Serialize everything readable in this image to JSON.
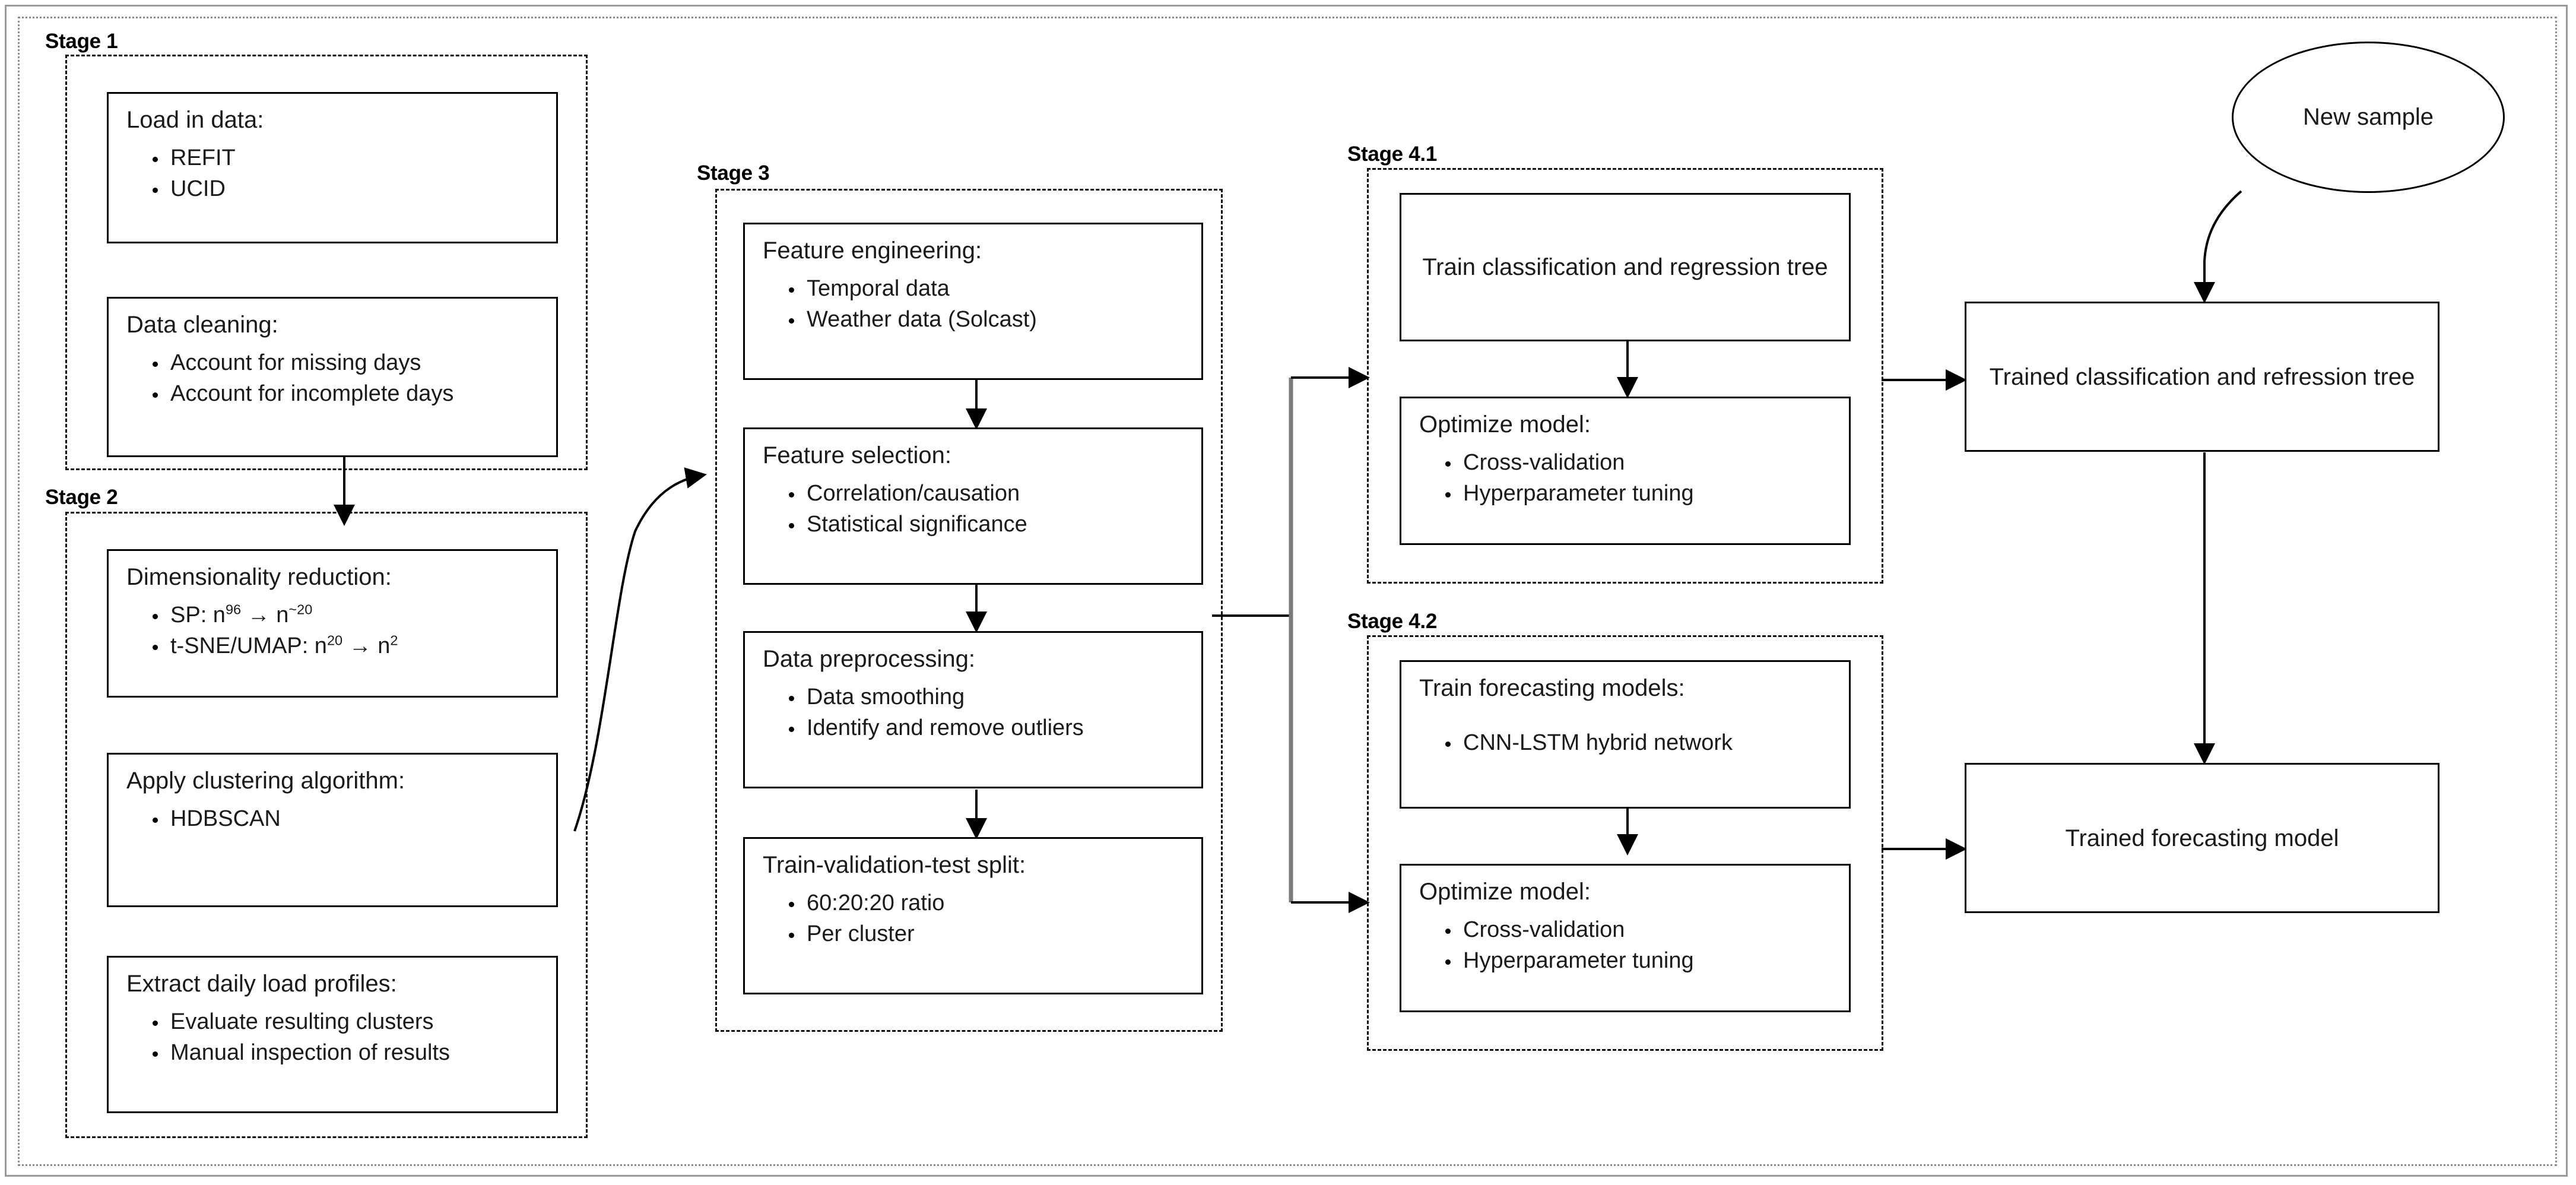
{
  "diagram": {
    "title_visible": false,
    "stages": [
      {
        "id": "stage1",
        "label": "Stage 1",
        "boxes": [
          {
            "id": "load-in-data",
            "title": "Load in data:",
            "bullets": [
              "REFIT",
              "UCID"
            ]
          },
          {
            "id": "data-cleaning",
            "title": "Data cleaning:",
            "bullets": [
              "Account for missing days",
              "Account for incomplete days"
            ]
          }
        ]
      },
      {
        "id": "stage2",
        "label": "Stage 2",
        "boxes": [
          {
            "id": "dimensionality-reduction",
            "title": "Dimensionality reduction:",
            "bullets_rich": [
              {
                "pre": "SP: n",
                "sup1": "96",
                "mid": " → n",
                "sup2": "~20",
                "post": ""
              },
              {
                "pre": "t-SNE/UMAP: n",
                "sup1": "20",
                "mid": " → n",
                "sup2": "2",
                "post": ""
              }
            ]
          },
          {
            "id": "apply-clustering-algorithm",
            "title": "Apply clustering algorithm:",
            "bullets": [
              "HDBSCAN"
            ]
          },
          {
            "id": "extract-daily-load-profiles",
            "title": "Extract daily load profiles:",
            "bullets": [
              "Evaluate resulting clusters",
              "Manual inspection of results"
            ]
          }
        ]
      },
      {
        "id": "stage3",
        "label": "Stage 3",
        "boxes": [
          {
            "id": "feature-engineering",
            "title": "Feature engineering:",
            "bullets": [
              "Temporal data",
              "Weather data (Solcast)"
            ]
          },
          {
            "id": "feature-selection",
            "title": "Feature selection:",
            "bullets": [
              "Correlation/causation",
              "Statistical significance"
            ]
          },
          {
            "id": "data-preprocessing",
            "title": "Data preprocessing:",
            "bullets": [
              "Data smoothing",
              "Identify and remove outliers"
            ]
          },
          {
            "id": "train-validation-test-split",
            "title": "Train-validation-test split:",
            "bullets": [
              "60:20:20 ratio",
              "Per cluster"
            ]
          }
        ]
      },
      {
        "id": "stage41",
        "label": "Stage 4.1",
        "boxes": [
          {
            "id": "train-classification-and-regression-tree",
            "title": "Train classification and regression tree",
            "bullets": []
          },
          {
            "id": "optimize-model-41",
            "title": "Optimize model:",
            "bullets": [
              "Cross-validation",
              "Hyperparameter tuning"
            ]
          }
        ]
      },
      {
        "id": "stage42",
        "label": "Stage 4.2",
        "boxes": [
          {
            "id": "train-forecasting-models",
            "title": "Train forecasting models:",
            "bullets": [
              "CNN-LSTM hybrid network"
            ]
          },
          {
            "id": "optimize-model-42",
            "title": "Optimize model:",
            "bullets": [
              "Cross-validation",
              "Hyperparameter tuning"
            ]
          }
        ]
      }
    ],
    "outputs": [
      {
        "id": "trained-classification-and-refression-tree",
        "label": "Trained classification and refression tree"
      },
      {
        "id": "trained-forecasting-model",
        "label": "Trained forecasting model"
      }
    ],
    "terminators": [
      {
        "id": "new-sample",
        "label": "New sample",
        "shape": "ellipse"
      }
    ],
    "colors": {
      "box_border": "#000000",
      "group_border": "#111111",
      "outer_border": "#9a9a9a",
      "text": "#1a1a1a",
      "connector": "#000000",
      "connector_gray": "#6e6e6e",
      "background": "#ffffff"
    }
  },
  "labels": {
    "stage1": "Stage 1",
    "stage2": "Stage 2",
    "stage3": "Stage 3",
    "stage41": "Stage 4.1",
    "stage42": "Stage 4.2",
    "load_in_data_title": "Load in data:",
    "load_in_data_b1": "REFIT",
    "load_in_data_b2": "UCID",
    "data_cleaning_title": "Data cleaning:",
    "data_cleaning_b1": "Account for missing days",
    "data_cleaning_b2": "Account for incomplete days",
    "dim_red_title": "Dimensionality reduction:",
    "dim_red_b1_pre": "SP: n",
    "dim_red_b1_sup1": "96",
    "dim_red_b1_mid": " → n",
    "dim_red_b1_sup2": "~20",
    "dim_red_b2_pre": "t-SNE/UMAP: n",
    "dim_red_b2_sup1": "20",
    "dim_red_b2_mid": " → n",
    "dim_red_b2_sup2": "2",
    "cluster_title": "Apply clustering algorithm:",
    "cluster_b1": "HDBSCAN",
    "extract_title": "Extract daily load profiles:",
    "extract_b1": "Evaluate resulting clusters",
    "extract_b2": "Manual inspection of results",
    "feat_eng_title": "Feature engineering:",
    "feat_eng_b1": "Temporal data",
    "feat_eng_b2": "Weather data (Solcast)",
    "feat_sel_title": "Feature selection:",
    "feat_sel_b1": "Correlation/causation",
    "feat_sel_b2": "Statistical significance",
    "preproc_title": "Data preprocessing:",
    "preproc_b1": "Data smoothing",
    "preproc_b2": "Identify and remove outliers",
    "split_title": "Train-validation-test split:",
    "split_b1": "60:20:20 ratio",
    "split_b2": "Per cluster",
    "train_cart": "Train classification and regression tree",
    "opt41_title": "Optimize model:",
    "opt41_b1": "Cross-validation",
    "opt41_b2": "Hyperparameter tuning",
    "train_fc_title": "Train forecasting models:",
    "train_fc_b1": "CNN-LSTM hybrid network",
    "opt42_title": "Optimize model:",
    "opt42_b1": "Cross-validation",
    "opt42_b2": "Hyperparameter tuning",
    "out_cart": "Trained classification and refression tree",
    "out_forecast": "Trained forecasting model",
    "new_sample": "New sample"
  }
}
